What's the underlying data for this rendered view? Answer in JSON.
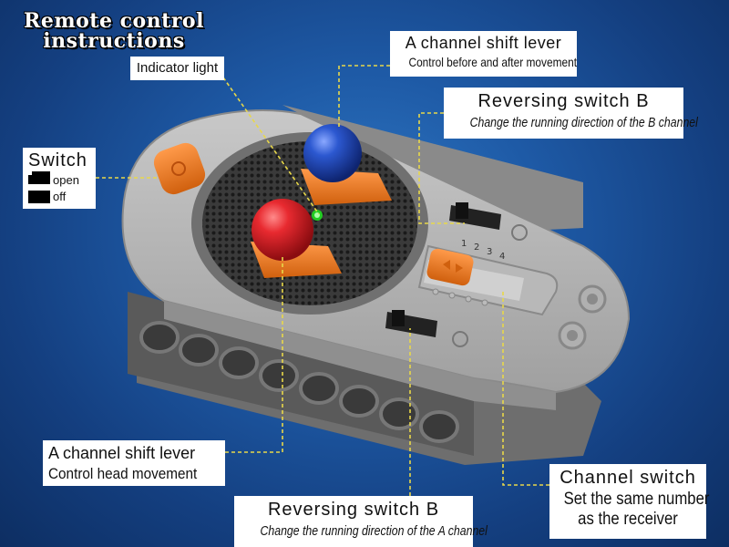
{
  "title": {
    "line1": "Remote control",
    "line2": "instructions"
  },
  "callouts": {
    "indicator_light": "Indicator light",
    "a_channel_top": {
      "heading": "A channel shift lever",
      "subtitle": "Control before and after movement"
    },
    "reversing_b": {
      "heading": "Reversing switch B",
      "subtitle": "Change the running direction of the B channel"
    },
    "switch": {
      "heading": "Switch",
      "open": "open",
      "off": "off"
    },
    "a_channel_bottom": {
      "heading": "A channel shift lever",
      "subtitle": "Control head movement"
    },
    "reversing_a": {
      "heading": "Reversing switch B",
      "subtitle": "Change the running direction of the A channel"
    },
    "channel_switch": {
      "heading": "Channel switch",
      "line1": "Set the same number",
      "line2": "as the receiver"
    }
  },
  "channel_numbers": [
    "1",
    "2",
    "3",
    "4"
  ],
  "colors": {
    "background": "#1e5aa6",
    "body_grey": "#a9a9a9",
    "orange": "#f07c2a",
    "red_ball": "#e0202a",
    "blue_ball": "#2050c0",
    "led_green": "#22cc22",
    "leader_line": "#e8d84a"
  }
}
